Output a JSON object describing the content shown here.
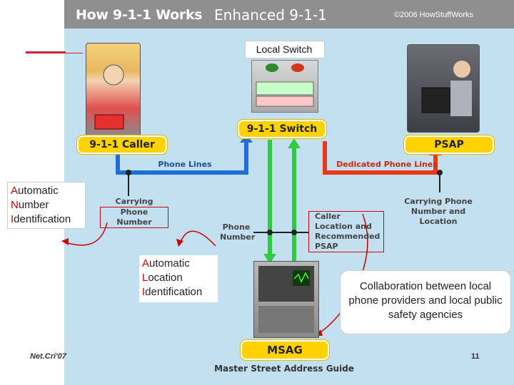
{
  "header": {
    "title": "How 9-1-1 Works",
    "subtitle": "Enhanced 9-1-1",
    "copyright": "©2006 HowStuffWorks"
  },
  "diagram": {
    "local_switch": "Local Switch",
    "switch_label": "9-1-1 Switch",
    "caller_label": "9-1-1 Caller",
    "psap_label": "PSAP",
    "msag_label": "MSAG",
    "msag_caption": "Master Street Address Guide",
    "phone_lines": "Phone Lines",
    "dedicated_lines": "Dedicated Phone Lines",
    "carrying_phone_number": [
      "Carrying",
      "Phone Number"
    ],
    "phone_number": [
      "Phone",
      "Number"
    ],
    "caller_location": [
      "Caller",
      "Location and",
      "Recommended",
      "PSAP"
    ],
    "carrying_phone_number_location": [
      "Carrying Phone",
      "Number and",
      "Location"
    ]
  },
  "callouts": {
    "ani": [
      {
        "initial": "A",
        "rest": "utomatic"
      },
      {
        "initial": "N",
        "rest": "umber"
      },
      {
        "initial": "I",
        "rest": "dentification"
      }
    ],
    "ali": [
      {
        "initial": "A",
        "rest": "utomatic"
      },
      {
        "initial": "L",
        "rest": "ocation"
      },
      {
        "initial": "I",
        "rest": "dentification"
      }
    ],
    "collaboration": "Collaboration between local phone providers and local public safety agencies"
  },
  "footer": {
    "left": "Net.Cri'07",
    "right": "11"
  },
  "colors": {
    "phone_line": "#1e6fd9",
    "dedicated_line": "#e83a1a",
    "msag_line": "#2ecc40",
    "label_yellow": "#ffd200",
    "panel": "#c2e0f0",
    "callout_red": "#cc0000"
  }
}
